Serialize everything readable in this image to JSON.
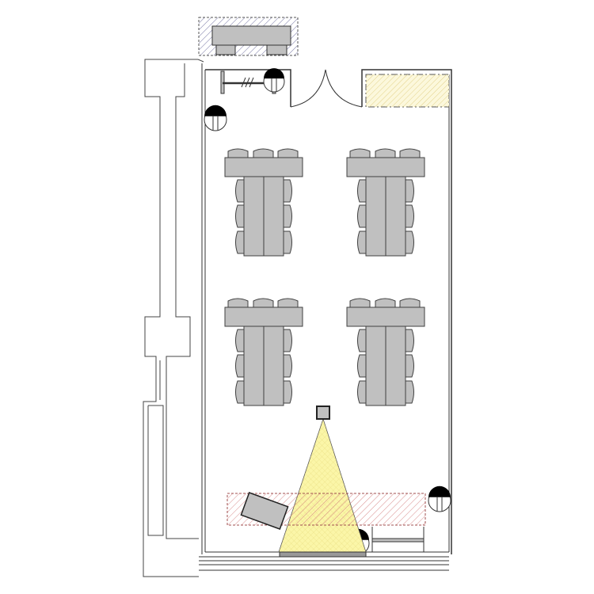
{
  "plan": {
    "colors": {
      "wall": "#333333",
      "furniture": "#c0c0c0",
      "furniture_stroke": "#404040",
      "hatch_gray": "#8080a0",
      "hatch_yellow": "#e6d88a",
      "fill_yellow": "#fbf7d2",
      "hatch_red": "#d08080",
      "cone": "#fbf59a"
    },
    "table_groups": [
      {
        "name": "table-group-front-left"
      },
      {
        "name": "table-group-front-right"
      },
      {
        "name": "table-group-back-left"
      },
      {
        "name": "table-group-back-right"
      }
    ],
    "outlets": [
      {
        "name": "outlet-top-closet"
      },
      {
        "name": "outlet-left-wall"
      },
      {
        "name": "outlet-right-wall"
      },
      {
        "name": "outlet-bottom-screen"
      }
    ]
  }
}
